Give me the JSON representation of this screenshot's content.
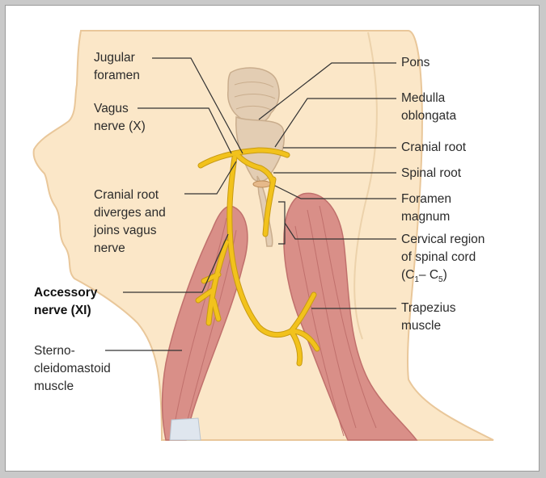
{
  "labels": {
    "jugular_1": "Jugular",
    "jugular_2": "foramen",
    "vagus_1": "Vagus",
    "vagus_2": "nerve (X)",
    "cranial_div_1": "Cranial root",
    "cranial_div_2": "diverges and",
    "cranial_div_3": "joins vagus",
    "cranial_div_4": "nerve",
    "accessory_1": "Accessory",
    "accessory_2": "nerve (XI)",
    "sterno_1": "Sterno-",
    "sterno_2": "cleidomastoid",
    "sterno_3": "muscle",
    "pons": "Pons",
    "medulla_1": "Medulla",
    "medulla_2": "oblongata",
    "cranial_root": "Cranial root",
    "spinal_root": "Spinal root",
    "foramen_1": "Foramen",
    "foramen_2": "magnum",
    "cervical_1": "Cervical region",
    "cervical_2": "of spinal cord",
    "cervical_3_pre": "(C",
    "cervical_3_sub1": "1",
    "cervical_3_mid": "– C",
    "cervical_3_sub2": "5",
    "cervical_3_post": ")",
    "trapezius_1": "Trapezius",
    "trapezius_2": "muscle"
  },
  "colors": {
    "skin": "#fbe7c8",
    "skin_outline": "#e9c79a",
    "muscle": "#d98f88",
    "muscle_dark": "#c0706c",
    "nerve": "#f2c21c",
    "nerve_outline": "#c79a12",
    "brainstem": "#e3cdb3",
    "leader": "#333333"
  }
}
